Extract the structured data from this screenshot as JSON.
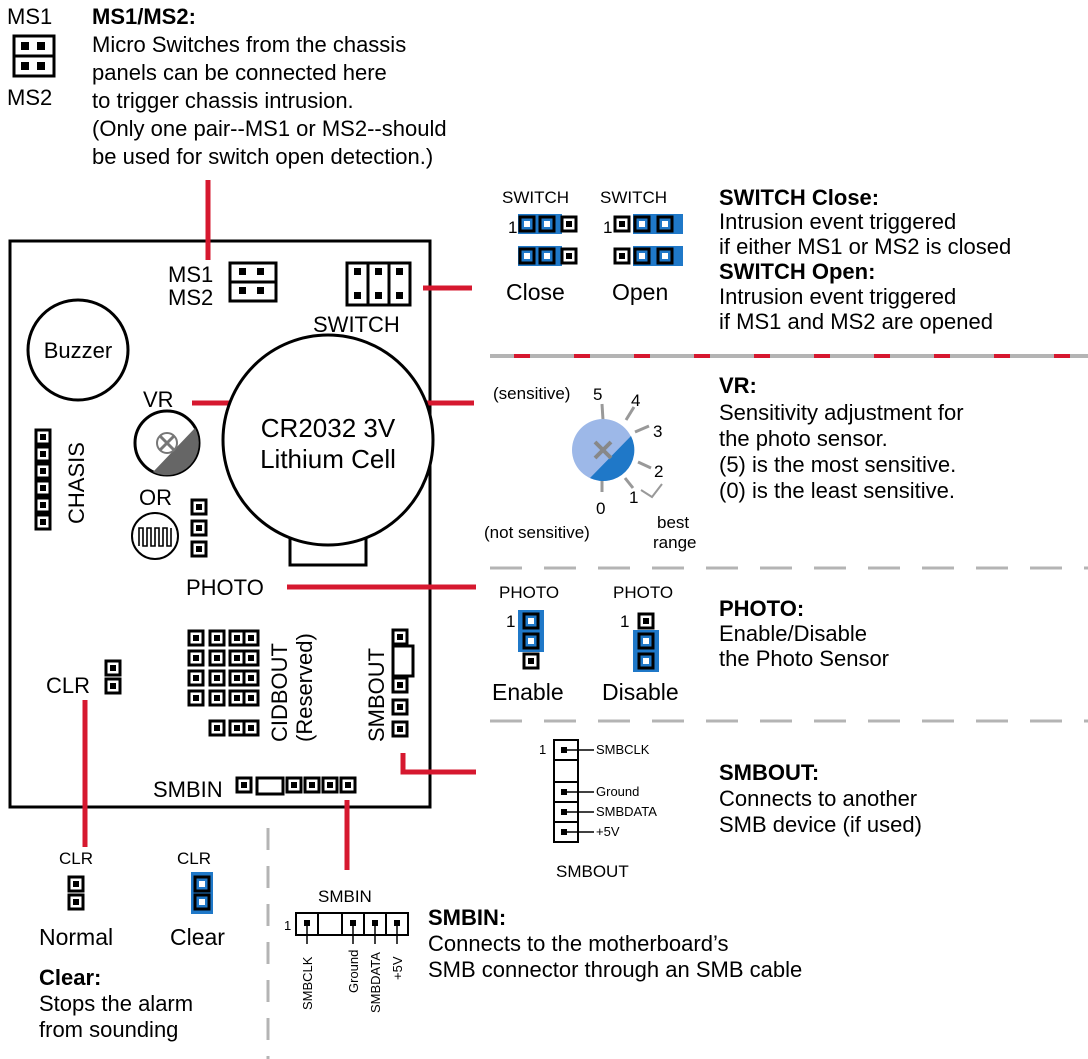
{
  "colors": {
    "accent_red": "#d6182f",
    "jumper_blue": "#1f78c8",
    "dial_blue": "#9db8e8",
    "divider_gray": "#b4b4b4"
  },
  "ms": {
    "ms1_small": "MS1",
    "ms2_small": "MS2",
    "heading": "MS1/MS2:",
    "lines": [
      "Micro Switches from the chassis",
      "panels can be connected here",
      "to trigger chassis intrusion.",
      "(Only one pair--MS1 or MS2--should",
      "be used for switch open detection.)"
    ]
  },
  "board": {
    "ms1": "MS1",
    "ms2": "MS2",
    "switch": "SWITCH",
    "buzzer": "Buzzer",
    "vr": "VR",
    "battery_line1": "CR2032 3V",
    "battery_line2": "Lithium Cell",
    "chasis": "CHASIS",
    "or": "OR",
    "photo": "PHOTO",
    "cidbout": "CIDBOUT",
    "reserved": "(Reserved)",
    "smbout": "SMBOUT",
    "clr": "CLR",
    "smbin": "SMBIN"
  },
  "switch_section": {
    "close_title": "SWITCH",
    "open_title": "SWITCH",
    "pin1": "1",
    "close_label": "Close",
    "open_label": "Open",
    "close_heading": "SWITCH Close:",
    "close_lines": [
      "Intrusion event triggered",
      "if either MS1 or MS2 is closed"
    ],
    "open_heading": "SWITCH Open:",
    "open_lines": [
      "Intrusion event triggered",
      "if MS1 and MS2 are opened"
    ]
  },
  "vr_section": {
    "sensitive": "(sensitive)",
    "not_sensitive": "(not sensitive)",
    "ticks": [
      "5",
      "4",
      "3",
      "2",
      "1",
      "0"
    ],
    "best_range": [
      "best",
      "range"
    ],
    "heading": "VR:",
    "lines": [
      "Sensitivity adjustment for",
      "the photo sensor.",
      "(5) is the most sensitive.",
      "(0) is the least sensitive."
    ]
  },
  "photo_section": {
    "enable_title": "PHOTO",
    "disable_title": "PHOTO",
    "pin1": "1",
    "enable_label": "Enable",
    "disable_label": "Disable",
    "heading": "PHOTO:",
    "lines": [
      "Enable/Disable",
      "the Photo Sensor"
    ]
  },
  "smbout_section": {
    "pin1": "1",
    "pins": [
      "SMBCLK",
      "Ground",
      "SMBDATA",
      "+5V"
    ],
    "label": "SMBOUT",
    "heading": "SMBOUT:",
    "lines": [
      "Connects to another",
      "SMB device (if used)"
    ]
  },
  "smbin_section": {
    "title": "SMBIN",
    "pin1": "1",
    "pins": [
      "SMBCLK",
      "Ground",
      "SMBDATA",
      "+5V"
    ],
    "heading": "SMBIN:",
    "lines": [
      "Connects to the motherboard’s",
      "SMB connector through an SMB cable"
    ]
  },
  "clr_section": {
    "normal_title": "CLR",
    "clear_title": "CLR",
    "normal_label": "Normal",
    "clear_label": "Clear",
    "heading": "Clear:",
    "lines": [
      "Stops the alarm",
      "from sounding"
    ]
  }
}
